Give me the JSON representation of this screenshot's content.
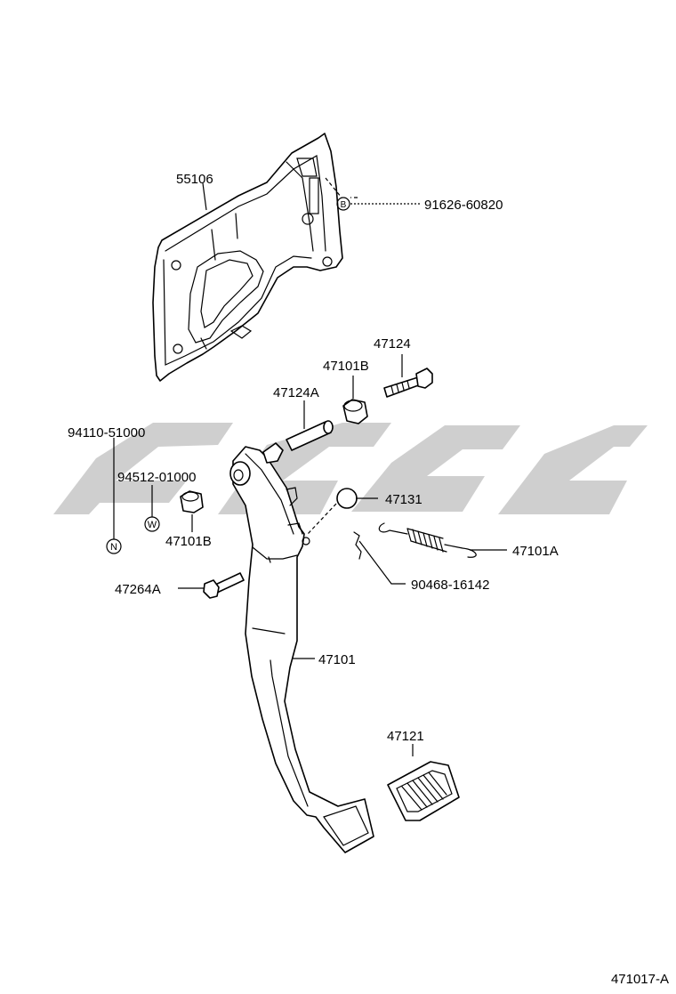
{
  "parts": {
    "p55106": "55106",
    "p91626": "91626-60820",
    "p47124": "47124",
    "p47101B_top": "47101B",
    "p47124A": "47124A",
    "p94110": "94110-51000",
    "p94512": "94512-01000",
    "p47131": "47131",
    "p47101A": "47101A",
    "p47101B_left": "47101B",
    "p90468": "90468-16142",
    "p47264A": "47264A",
    "p47101": "47101",
    "p47121": "47121"
  },
  "callouts": {
    "b": "B",
    "w": "W",
    "n": "N"
  },
  "figure_id": "471017-A"
}
